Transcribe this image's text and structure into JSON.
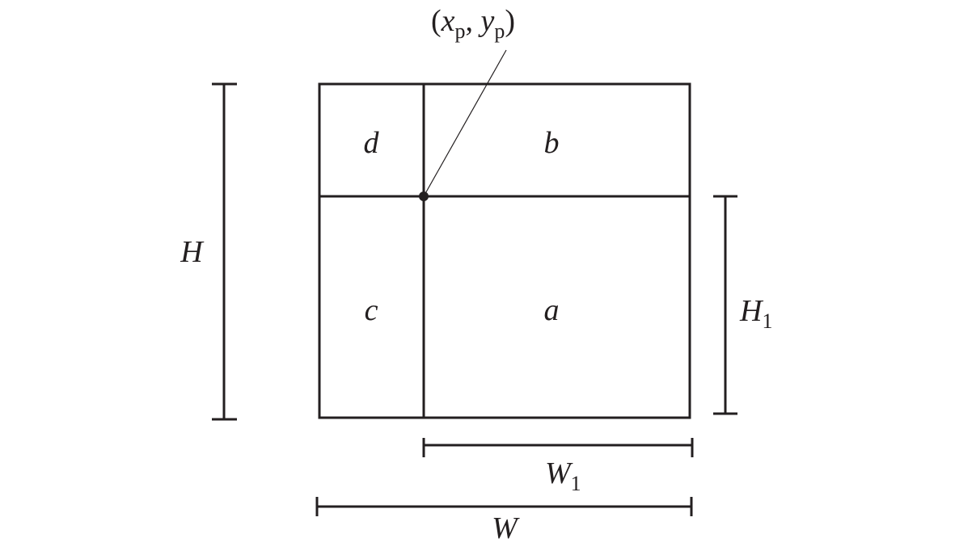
{
  "regions": {
    "a": "a",
    "b": "b",
    "c": "c",
    "d": "d"
  },
  "point": {
    "open_paren": "(",
    "x_var": "x",
    "x_sub": "p",
    "comma": ", ",
    "y_var": "y",
    "y_sub": "p",
    "close_paren": ")"
  },
  "dimensions": {
    "height": "H",
    "height_1_var": "H",
    "height_1_sub": "1",
    "width": "W",
    "width_1_var": "W",
    "width_1_sub": "1"
  },
  "colors": {
    "ink": "#231f20",
    "background": "#ffffff"
  }
}
